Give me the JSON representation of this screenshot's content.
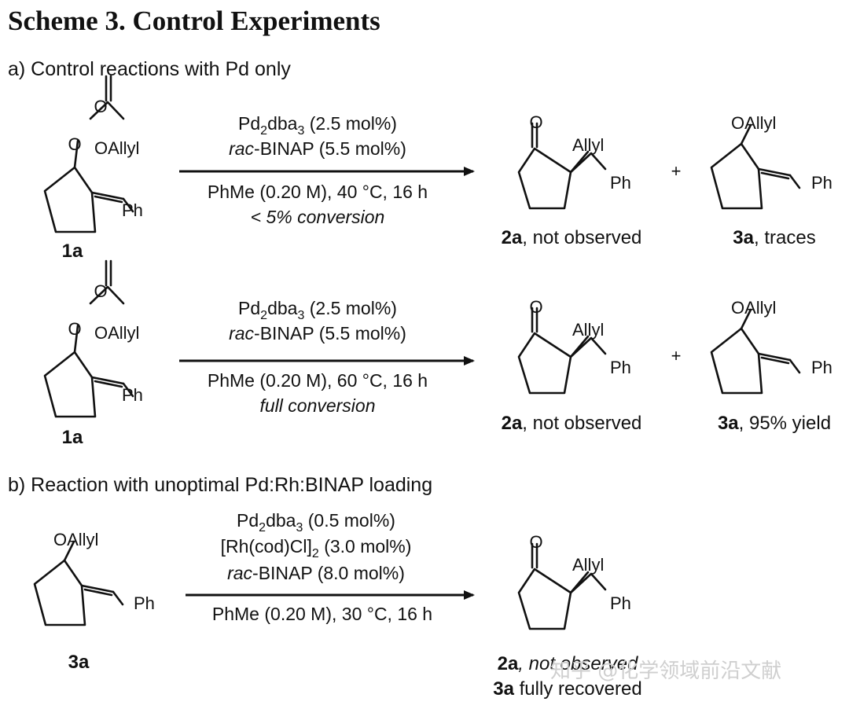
{
  "title": "Scheme 3. Control Experiments",
  "section_a": "a) Control reactions with Pd only",
  "section_b": "b) Reaction with unoptimal Pd:Rh:BINAP loading",
  "labels": {
    "oallyl": "OAllyl",
    "allyl": "Allyl",
    "ph": "Ph",
    "o": "O",
    "plus": "+"
  },
  "reactions": [
    {
      "substrate": "1a",
      "cond1_pre": "Pd",
      "cond1_sub1": "2",
      "cond1_mid": "dba",
      "cond1_sub2": "3",
      "cond1_post": " (2.5 mol%)",
      "cond2_it": "rac",
      "cond2_rest": "-BINAP (5.5 mol%)",
      "cond3": "PhMe (0.20 M), 40 °C, 16 h",
      "cond4": "< 5% conversion",
      "p1_bold": "2a",
      "p1_rest": ", not observed",
      "p2_bold": "3a",
      "p2_rest": ", traces"
    },
    {
      "substrate": "1a",
      "cond1_pre": "Pd",
      "cond1_sub1": "2",
      "cond1_mid": "dba",
      "cond1_sub2": "3",
      "cond1_post": " (2.5 mol%)",
      "cond2_it": "rac",
      "cond2_rest": "-BINAP (5.5 mol%)",
      "cond3": "PhMe (0.20 M), 60 °C, 16 h",
      "cond4": "full conversion",
      "p1_bold": "2a",
      "p1_rest": ", not observed",
      "p2_bold": "3a",
      "p2_rest": ", 95% yield"
    },
    {
      "substrate": "3a",
      "cond1_pre": "Pd",
      "cond1_sub1": "2",
      "cond1_mid": "dba",
      "cond1_sub2": "3",
      "cond1_post": " (0.5 mol%)",
      "cond_rh_pre": "[Rh(cod)Cl]",
      "cond_rh_sub": "2",
      "cond_rh_post": " (3.0 mol%)",
      "cond2_it": "rac",
      "cond2_rest": "-BINAP (8.0 mol%)",
      "cond3": "PhMe (0.20 M), 30 °C, 16 h",
      "p1_bold": "2a",
      "p1_rest": ", not observed",
      "p3_bold": "3a",
      "p3_rest": " fully recovered"
    }
  ],
  "watermark": "知乎 @化学领域前沿文献"
}
